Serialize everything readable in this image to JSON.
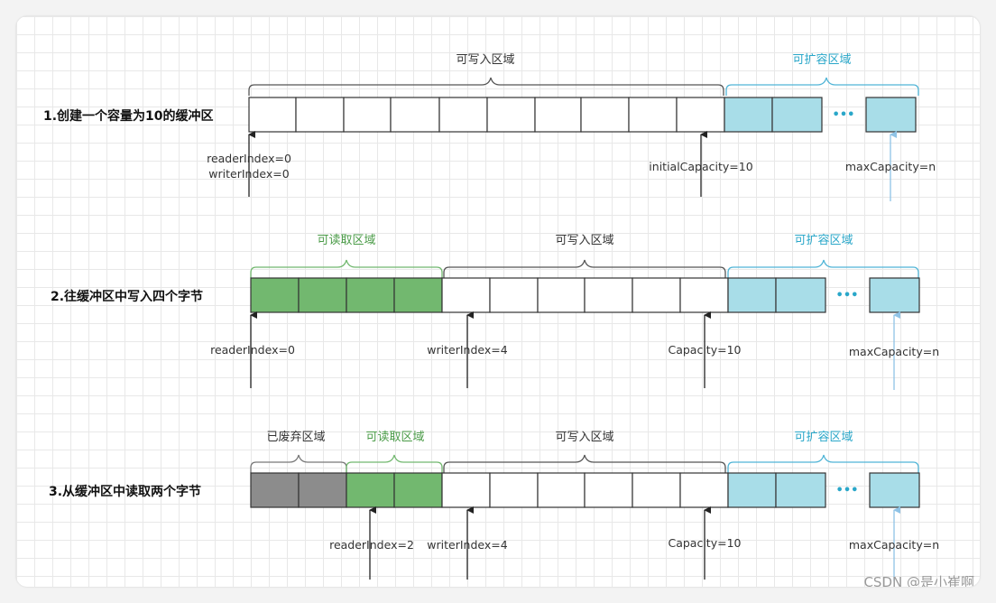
{
  "colors": {
    "writable_black": "#333333",
    "readable_green": "#72b86f",
    "readable_label": "#4a9b47",
    "expand_blue": "#a8dde8",
    "expand_label": "#2aa7c9",
    "discarded_gray": "#8c8c8c",
    "arrow_blue": "#8fc3e6"
  },
  "rows": [
    {
      "title": "1.创建一个容量为10的缓冲区",
      "labels": {
        "writable": "可写入区域",
        "expandable": "可扩容区域"
      },
      "pointers": {
        "reader_writer": [
          "readerIndex=0",
          "writerIndex=0"
        ],
        "initial_capacity": "initialCapacity=10",
        "max_capacity": "maxCapacity=n"
      },
      "ellipsis": "•••"
    },
    {
      "title": "2.往缓冲区中写入四个字节",
      "labels": {
        "readable": "可读取区域",
        "writable": "可写入区域",
        "expandable": "可扩容区域"
      },
      "pointers": {
        "reader": "readerIndex=0",
        "writer": "writerIndex=4",
        "capacity": "Capacity=10",
        "max_capacity": "maxCapacity=n"
      },
      "ellipsis": "•••"
    },
    {
      "title": "3.从缓冲区中读取两个字节",
      "labels": {
        "discarded": "已废弃区域",
        "readable": "可读取区域",
        "writable": "可写入区域",
        "expandable": "可扩容区域"
      },
      "pointers": {
        "reader": "readerIndex=2",
        "writer": "writerIndex=4",
        "capacity": "Capacity=10",
        "max_capacity": "maxCapacity=n"
      },
      "ellipsis": "•••"
    }
  ],
  "watermark": "CSDN @是小崔啊"
}
